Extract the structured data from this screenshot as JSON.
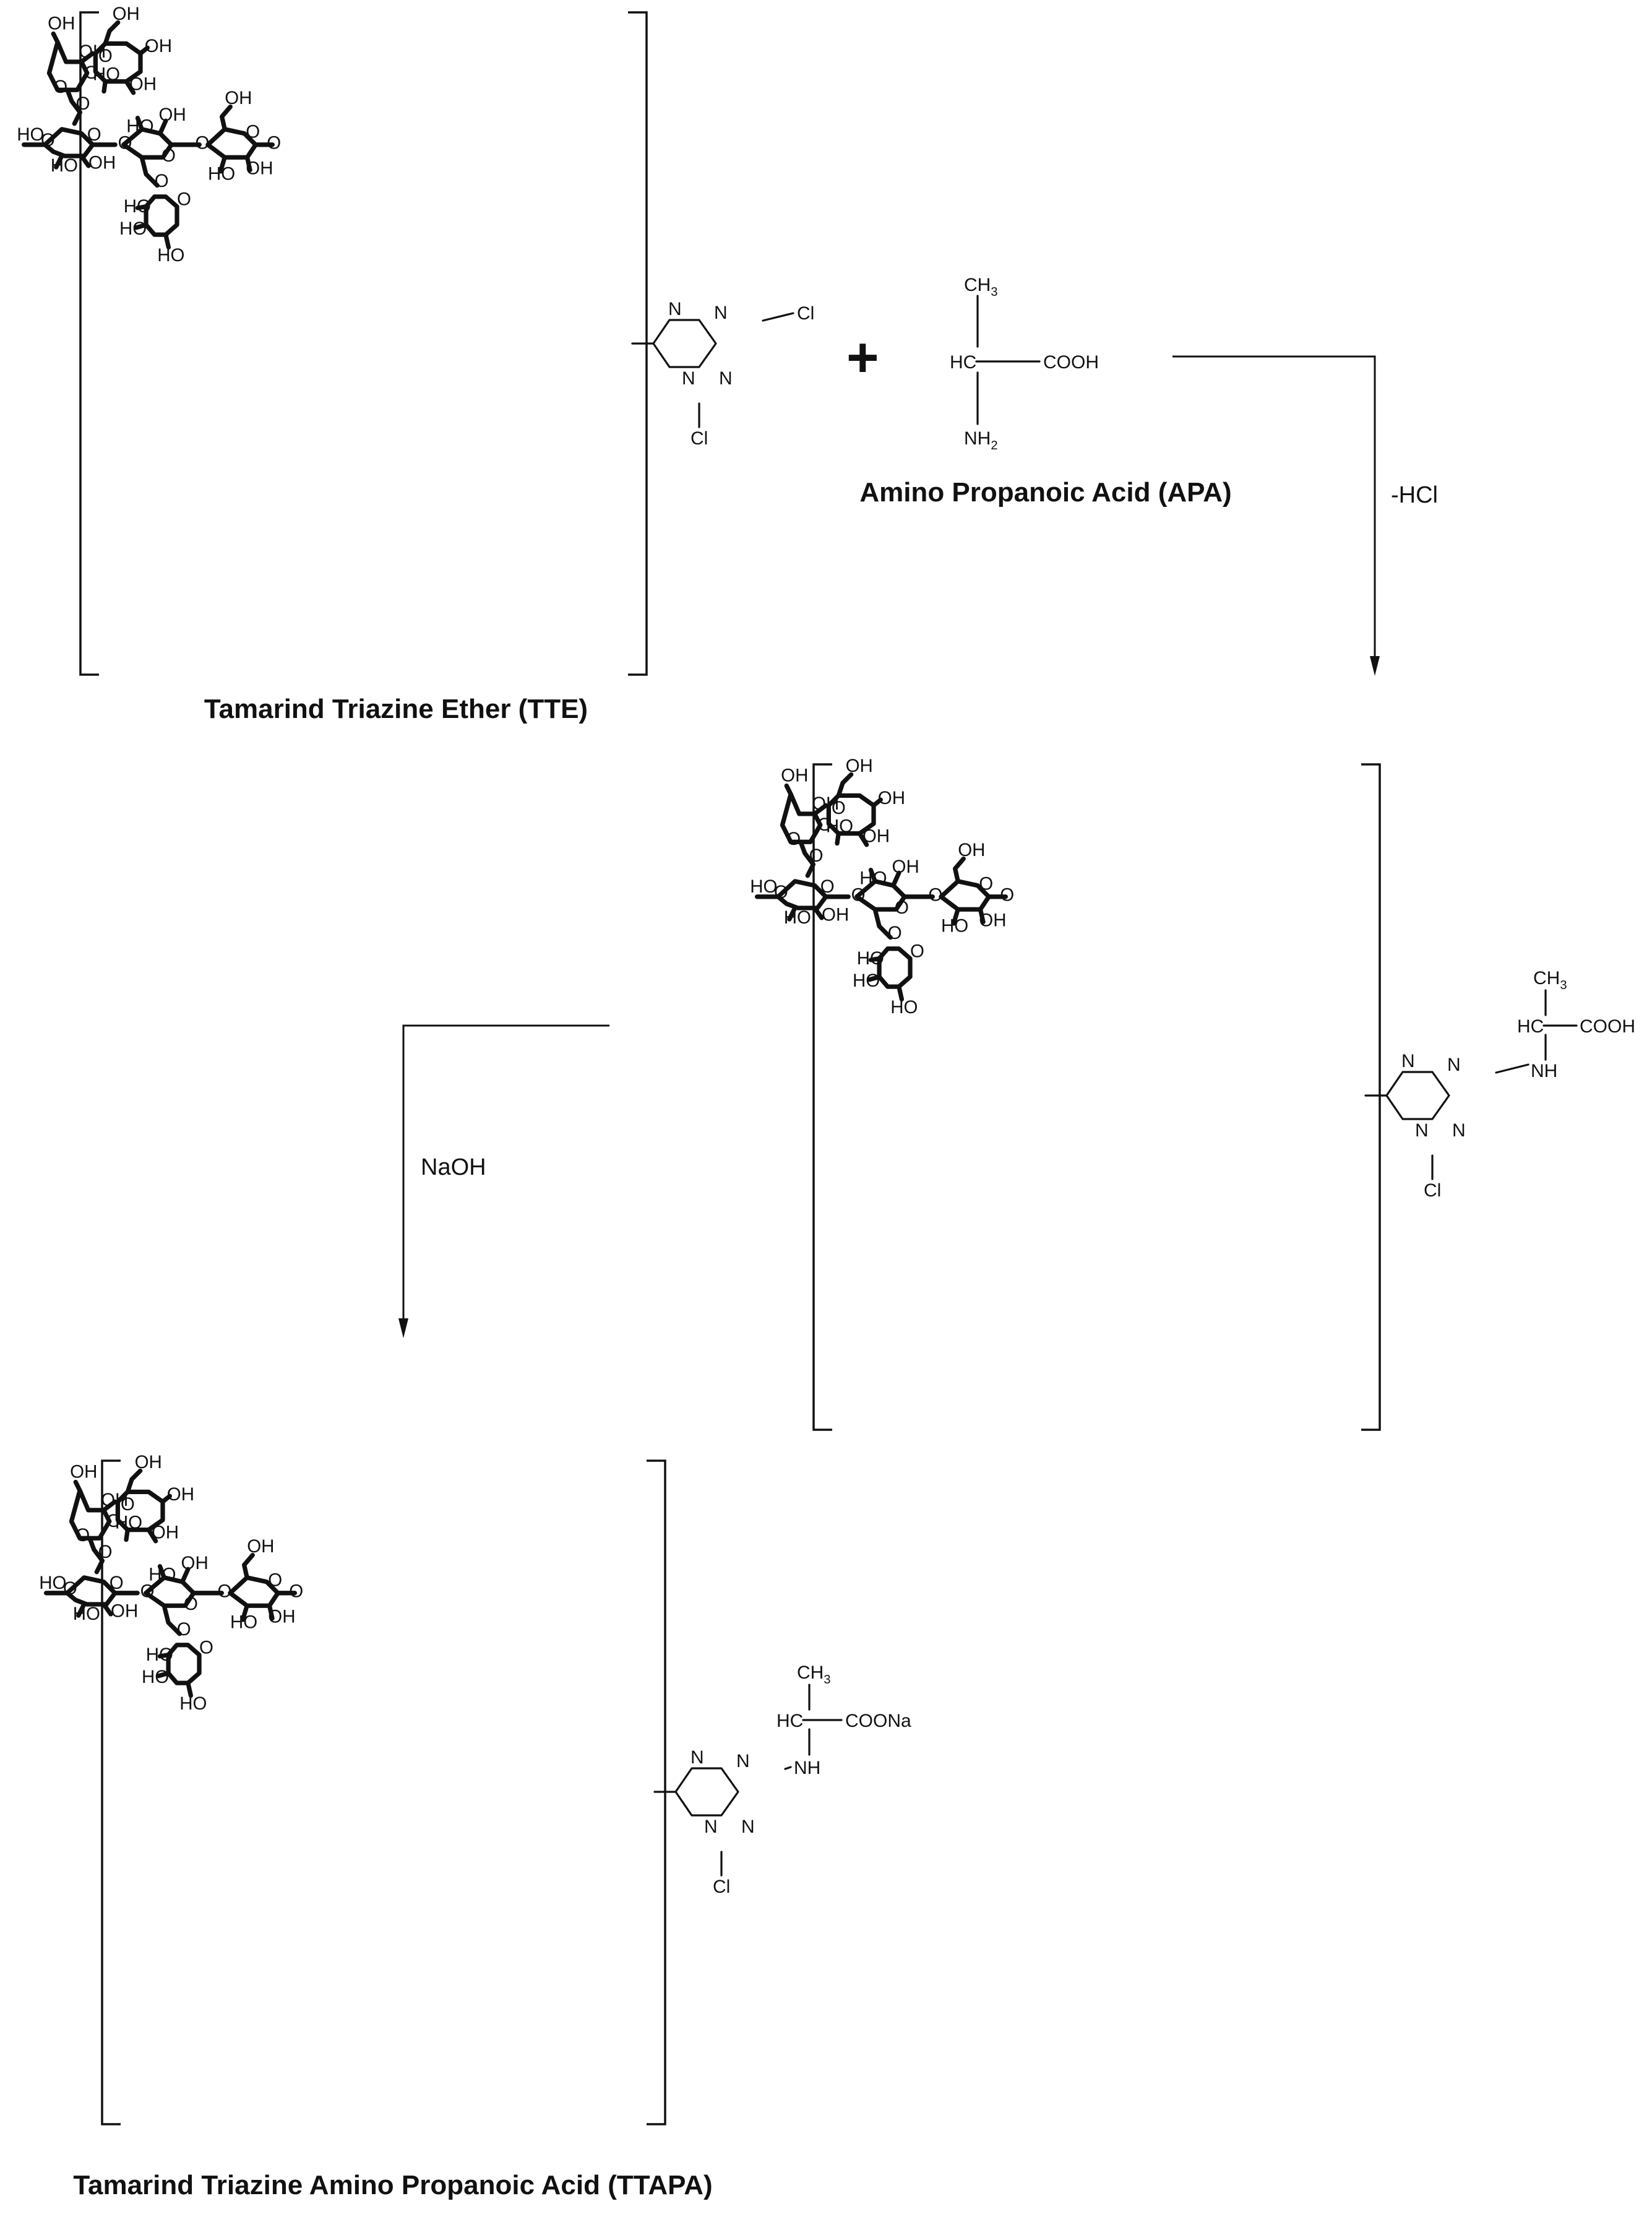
{
  "captions": {
    "tte": "Tamarind Triazine Ether (TTE)",
    "apa": "Amino Propanoic Acid (APA)",
    "ttapa": "Tamarind Triazine Amino Propanoic Acid (TTAPA)"
  },
  "conditions": {
    "step1": "-HCl",
    "step2": "NaOH"
  },
  "plus_sign": "+",
  "labels": {
    "oh": "OH",
    "ho": "HO",
    "o": "O",
    "n": "N",
    "cl": "Cl",
    "nh": "NH",
    "nh2_main": "NH",
    "nh2_sub": "2",
    "ch3_main": "CH",
    "ch3_sub": "3",
    "hc": "HC",
    "cooh": "COOH",
    "coona": "COONa"
  }
}
